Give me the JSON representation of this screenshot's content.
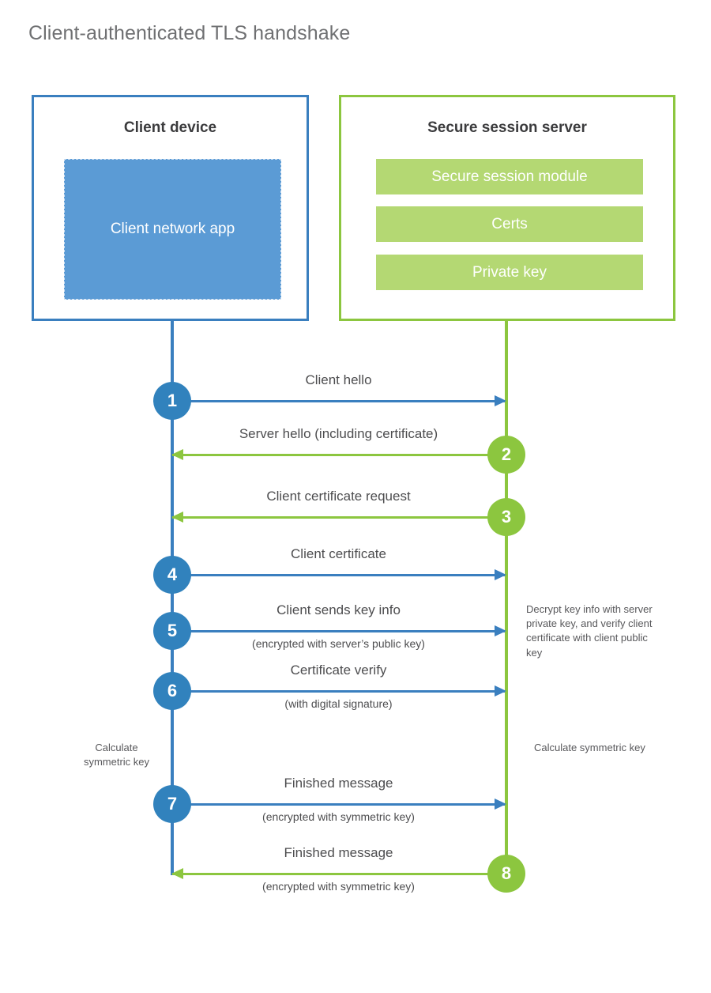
{
  "title": "Client-authenticated TLS handshake",
  "colors": {
    "blue_border": "#3a7fbf",
    "blue_circle": "#3182bd",
    "blue_app_fill": "#5b9bd5",
    "green_border": "#8cc63f",
    "green_circle": "#8cc63f",
    "green_bar_fill": "#b4d873",
    "title_text": "#6f7072",
    "body_text": "#4d4d4f"
  },
  "client": {
    "title": "Client device",
    "app_label": "Client network app"
  },
  "server": {
    "title": "Secure session server",
    "components": [
      "Secure session module",
      "Certs",
      "Private key"
    ]
  },
  "steps": [
    {
      "number": "1",
      "direction": "right",
      "from": "client",
      "label": "Client hello",
      "sublabel": ""
    },
    {
      "number": "2",
      "direction": "left",
      "from": "server",
      "label": "Server hello (including certificate)",
      "sublabel": ""
    },
    {
      "number": "3",
      "direction": "left",
      "from": "server",
      "label": "Client certificate request",
      "sublabel": ""
    },
    {
      "number": "4",
      "direction": "right",
      "from": "client",
      "label": "Client certificate",
      "sublabel": ""
    },
    {
      "number": "5",
      "direction": "right",
      "from": "client",
      "label": "Client sends key info",
      "sublabel": "(encrypted with server’s public key)"
    },
    {
      "number": "6",
      "direction": "right",
      "from": "client",
      "label": "Certificate verify",
      "sublabel": "(with digital signature)"
    },
    {
      "number": "7",
      "direction": "right",
      "from": "client",
      "label": "Finished message",
      "sublabel": "(encrypted with symmetric key)"
    },
    {
      "number": "8",
      "direction": "left",
      "from": "server",
      "label": "Finished message",
      "sublabel": "(encrypted with symmetric key)"
    }
  ],
  "annotations": {
    "server_decrypt": "Decrypt key info with server private key, and verify client certificate with client public key",
    "client_calculate": "Calculate symmetric key",
    "server_calculate": "Calculate symmetric key"
  }
}
